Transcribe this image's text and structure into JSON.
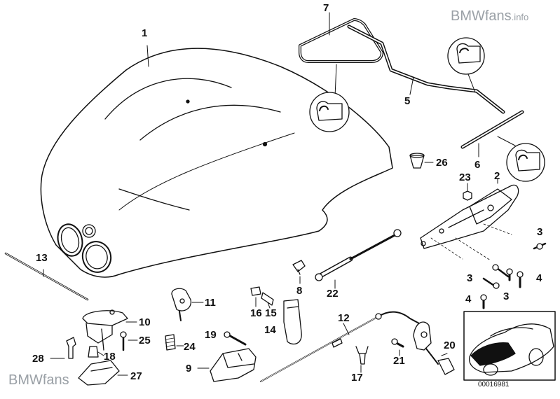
{
  "watermark": {
    "top": "BMWfans",
    "top_suffix": ".info",
    "bottom": "BMWfans"
  },
  "diagram_number": "00016981",
  "callouts": {
    "c1": "1",
    "c2": "2",
    "c3a": "3",
    "c3b": "3",
    "c3c": "3",
    "c4a": "4",
    "c4b": "4",
    "c5": "5",
    "c6": "6",
    "c7": "7",
    "c8": "8",
    "c9": "9",
    "c10": "10",
    "c11": "11",
    "c12": "12",
    "c13": "13",
    "c14": "14",
    "c15": "15",
    "c16": "16",
    "c17": "17",
    "c18": "18",
    "c19": "19",
    "c20": "20",
    "c21": "21",
    "c22": "22",
    "c23": "23",
    "c24": "24",
    "c25": "25",
    "c26": "26",
    "c27": "27",
    "c28": "28"
  }
}
